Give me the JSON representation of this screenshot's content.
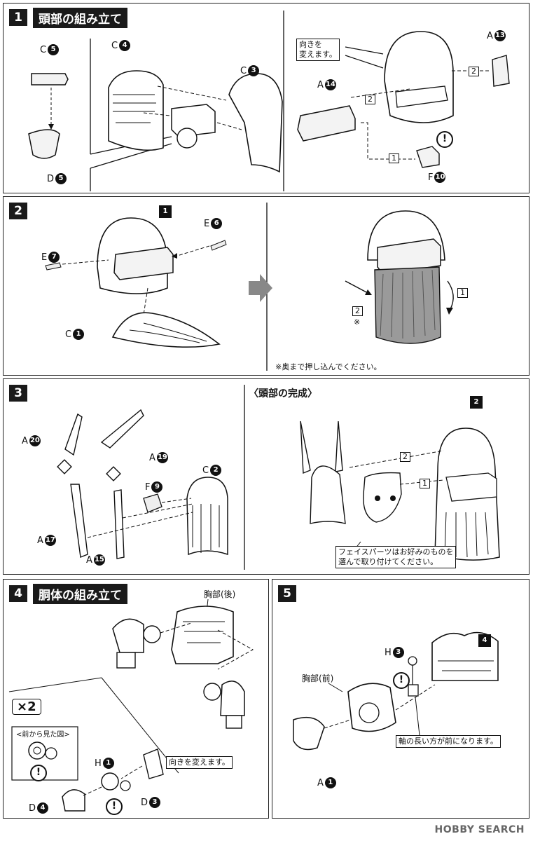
{
  "steps": [
    {
      "num": "1",
      "title": "頭部の組み立て"
    },
    {
      "num": "2",
      "title": ""
    },
    {
      "num": "3",
      "title": ""
    },
    {
      "num": "4",
      "title": "胴体の組み立て"
    },
    {
      "num": "5",
      "title": ""
    }
  ],
  "step1": {
    "parts": [
      {
        "runner": "C",
        "n": "5"
      },
      {
        "runner": "D",
        "n": "5"
      },
      {
        "runner": "C",
        "n": "4"
      },
      {
        "runner": "C",
        "n": "3"
      },
      {
        "runner": "A",
        "n": "13"
      },
      {
        "runner": "A",
        "n": "14"
      },
      {
        "runner": "F",
        "n": "10"
      }
    ],
    "note": "向きを\n変えます。",
    "order": [
      "2",
      "2",
      "1"
    ]
  },
  "step2": {
    "parts": [
      {
        "runner": "E",
        "n": "6"
      },
      {
        "runner": "E",
        "n": "7"
      },
      {
        "runner": "C",
        "n": "1"
      }
    ],
    "ref": "1",
    "order": [
      "1",
      "2"
    ],
    "mark": "※",
    "note": "※奥まで押し込んでください。"
  },
  "step3": {
    "parts": [
      {
        "runner": "A",
        "n": "20"
      },
      {
        "runner": "A",
        "n": "19"
      },
      {
        "runner": "F",
        "n": "9"
      },
      {
        "runner": "C",
        "n": "2"
      },
      {
        "runner": "A",
        "n": "17"
      },
      {
        "runner": "A",
        "n": "15"
      }
    ],
    "complete_title": "〈頭部の完成〉",
    "ref": "2",
    "order": [
      "2",
      "1"
    ],
    "note": "フェイスパーツはお好みのものを\n選んで取り付けてください。"
  },
  "step4": {
    "chest_back": "胸部(後)",
    "times": "×2",
    "front_view": "<前から見た図>",
    "parts": [
      {
        "runner": "H",
        "n": "1"
      },
      {
        "runner": "D",
        "n": "3"
      },
      {
        "runner": "D",
        "n": "4"
      }
    ],
    "note": "向きを変えます。"
  },
  "step5": {
    "chest_front": "胸部(前)",
    "parts": [
      {
        "runner": "H",
        "n": "3"
      },
      {
        "runner": "A",
        "n": "1"
      }
    ],
    "ref": "4",
    "note": "軸の長い方が前になります。"
  },
  "warn_mark": "!",
  "watermark": "HOBBY SEARCH"
}
